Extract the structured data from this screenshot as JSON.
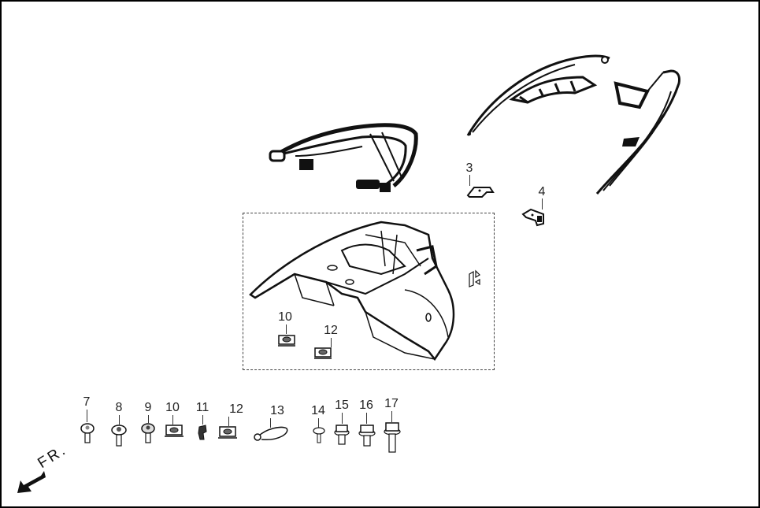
{
  "diagram": {
    "type": "exploded-parts-diagram",
    "subject": "rear cowl / rear fender assembly",
    "direction_indicator": {
      "label": "FR.",
      "arrow": "down-left"
    },
    "assembly_box": {
      "style": "dashed",
      "contains_callouts": [
        "10",
        "12"
      ]
    },
    "callouts": {
      "c3": "3",
      "c4": "4",
      "c7": "7",
      "c8": "8",
      "c9": "9",
      "c10": "10",
      "c11": "11",
      "c12": "12",
      "c13": "13",
      "c14": "14",
      "c15": "15",
      "c16": "16",
      "c17": "17",
      "box10": "10",
      "box12": "12"
    },
    "parts": [
      {
        "id": "grab-rail",
        "desc": "rear grab rail / carrier"
      },
      {
        "id": "side-cover-left",
        "desc": "rear side cover (left)"
      },
      {
        "id": "side-cover-right",
        "desc": "rear side cover (right)"
      },
      {
        "id": "3",
        "desc": "bracket"
      },
      {
        "id": "4",
        "desc": "clip bracket"
      },
      {
        "id": "rear-fender",
        "desc": "rear fender inner assembly"
      },
      {
        "id": "7",
        "desc": "bolt, flange"
      },
      {
        "id": "8",
        "desc": "screw, washer"
      },
      {
        "id": "9",
        "desc": "screw, tapping"
      },
      {
        "id": "10",
        "desc": "nut, speed"
      },
      {
        "id": "11",
        "desc": "clip"
      },
      {
        "id": "12",
        "desc": "nut, speed"
      },
      {
        "id": "13",
        "desc": "band / cable tie"
      },
      {
        "id": "14",
        "desc": "rivet / screw"
      },
      {
        "id": "15",
        "desc": "bolt, flange"
      },
      {
        "id": "16",
        "desc": "bolt, flange"
      },
      {
        "id": "17",
        "desc": "bolt, flange long"
      }
    ],
    "colors": {
      "line": "#111111",
      "background": "#ffffff",
      "frame": "#000000"
    }
  }
}
